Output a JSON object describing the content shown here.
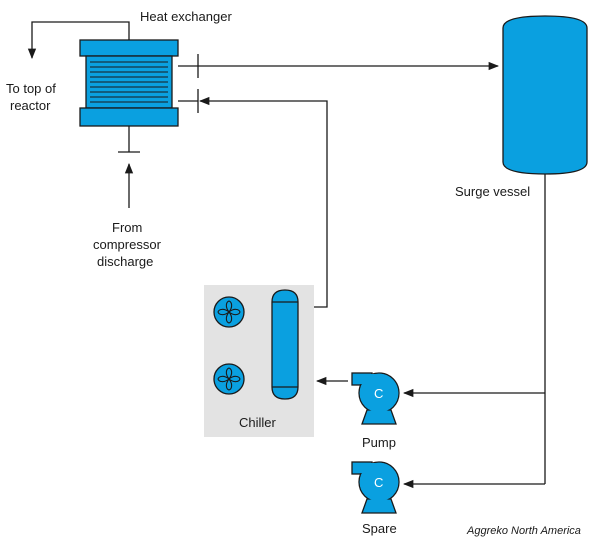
{
  "labels": {
    "heat_exchanger": "Heat exchanger",
    "to_top_line1": "To top of",
    "to_top_line2": "reactor",
    "from_line1": "From",
    "from_line2": "compressor",
    "from_line3": "discharge",
    "surge_vessel": "Surge vessel",
    "chiller": "Chiller",
    "pump": "Pump",
    "spare": "Spare",
    "pump_symbol": "C",
    "spare_symbol": "C",
    "credit": "Aggreko North America"
  },
  "colors": {
    "equipment_fill": "#0aa0e0",
    "chiller_panel": "#e3e3e3",
    "lines": "#1a1a1a"
  }
}
